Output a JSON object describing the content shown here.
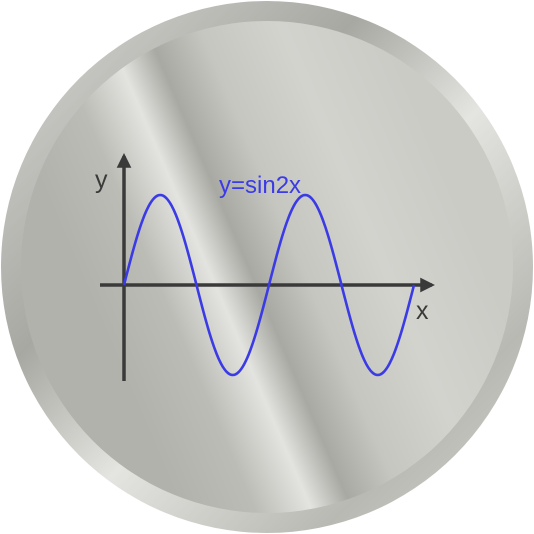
{
  "diagram": {
    "function_label": "y=sin2x",
    "x_axis_label": "x",
    "y_axis_label": "y"
  },
  "colors": {
    "curve": "#3b3be6",
    "axes": "#3a3a3a",
    "rim_light": "#e6e6e2",
    "rim_dark": "#8e8e8a",
    "face_light": "#e8e8e4",
    "face_mid": "#cfcfca",
    "face_dark": "#a9a9a4"
  }
}
